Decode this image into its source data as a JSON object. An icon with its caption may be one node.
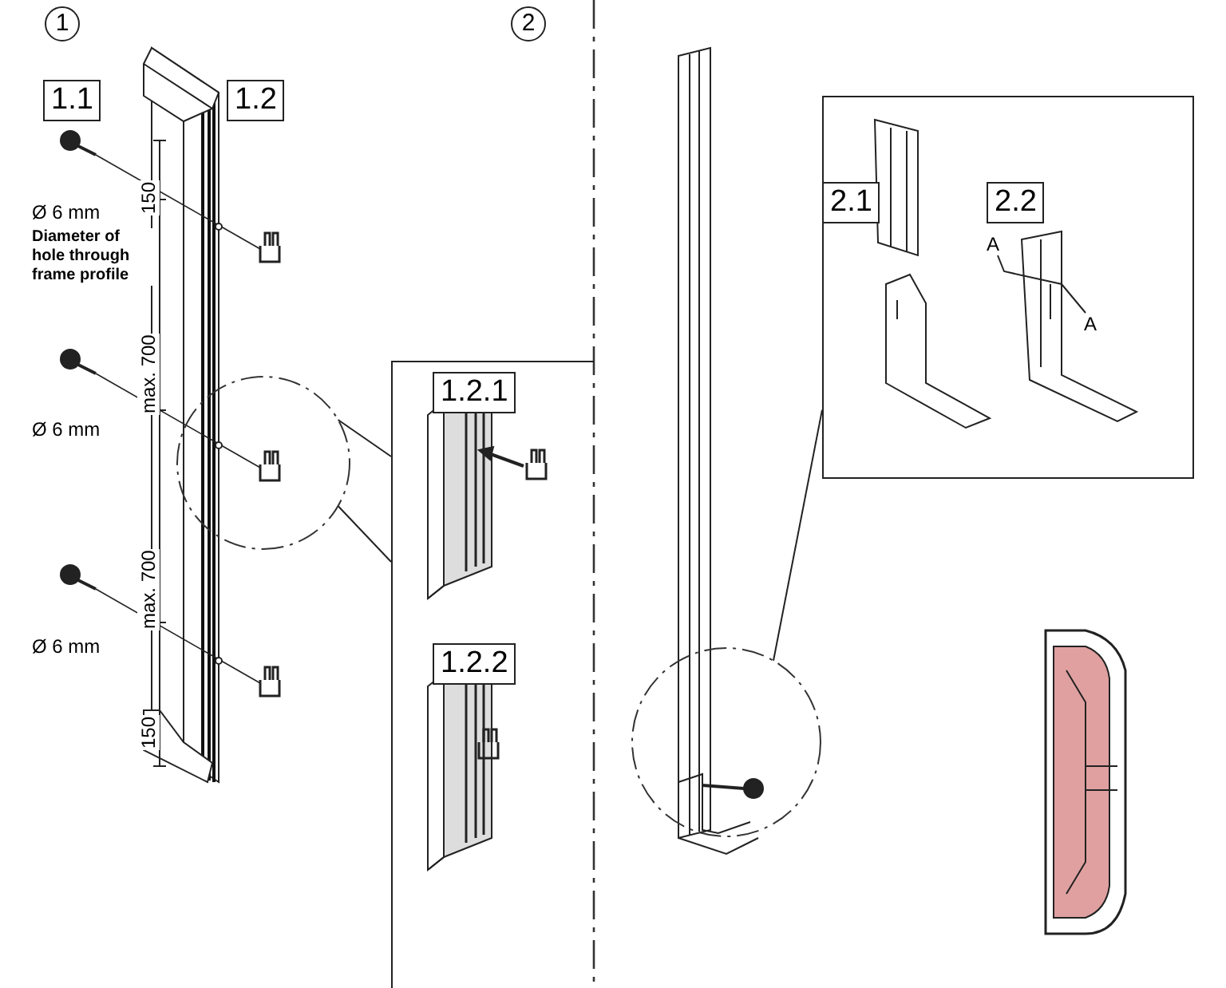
{
  "diagram": {
    "nodes": [
      {
        "text": [],
        "shape": "circle"
      },
      {
        "text": [
          "1.2.1",
          "1.2.2"
        ]
      },
      {
        "text": [],
        "shape": "circle"
      },
      {
        "text": [
          "2.1",
          "2.2"
        ]
      }
    ],
    "edges": [
      {
        "from": 0,
        "to": 1,
        "arrow": "none"
      },
      {
        "from": 0,
        "to": 1,
        "arrow": "none"
      },
      {
        "from": 2,
        "to": 3,
        "arrow": "none"
      }
    ],
    "labels": [
      "1",
      "1.1",
      "1.2",
      "150",
      "Ø 6 mm",
      "Diameter of hole through frame profile",
      "max. 700",
      "Ø 6 mm",
      "max. 700",
      "Ø 6 mm",
      "150",
      "2",
      "A",
      "A"
    ]
  }
}
